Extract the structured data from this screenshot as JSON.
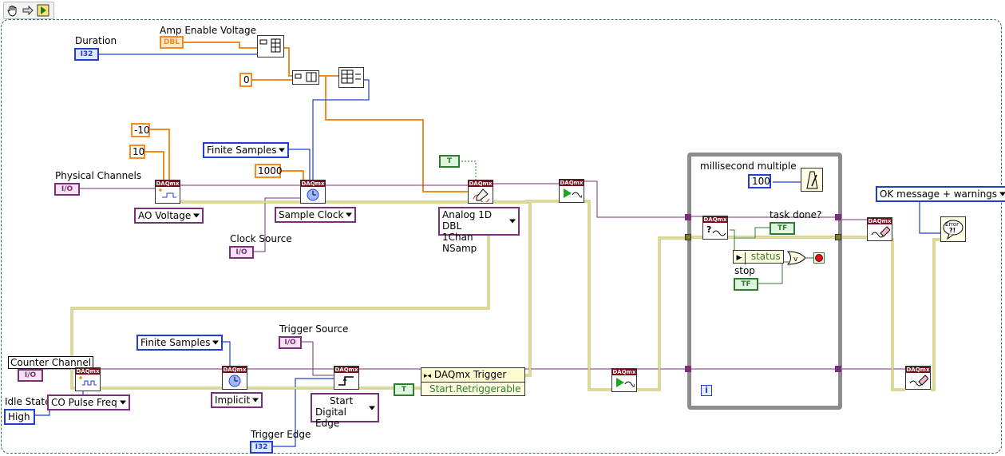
{
  "toolbar": {
    "hand_icon": "hand-icon",
    "arrow_icon": "arrow-icon",
    "run_icon": "run-icon"
  },
  "labels": {
    "duration": "Duration",
    "amp_enable_voltage": "Amp Enable Voltage",
    "physical_channels": "Physical Channels",
    "clock_source": "Clock Source",
    "trigger_source": "Trigger Source",
    "trigger_edge": "Trigger Edge",
    "counter_channel": "Counter Channel",
    "idle_state": "Idle State",
    "millisecond_multiple": "millisecond multiple",
    "task_done": "task done?",
    "stop": "stop"
  },
  "controls": {
    "i32": "I32",
    "dbl": "DBL",
    "io": "I/O",
    "tf": "TF"
  },
  "constants": {
    "zero": "0",
    "neg_ten": "-10",
    "ten": "10",
    "thousand": "1000",
    "hundred": "100",
    "true_const": "T",
    "status": "status"
  },
  "rings": {
    "finite_samples_ai": "Finite Samples",
    "ao_voltage": "AO Voltage",
    "sample_clock": "Sample Clock",
    "analog_1d_line1": "Analog 1D DBL",
    "analog_1d_line2": "1Chan NSamp",
    "finite_samples_co": "Finite Samples",
    "co_pulse_freq": "CO Pulse Freq",
    "implicit": "Implicit",
    "start_line1": "Start",
    "start_line2": "Digital Edge",
    "high": "High",
    "ok_message": "OK message + warnings"
  },
  "property_node": {
    "title": "DAQmx Trigger",
    "property": "Start.Retriggerable"
  },
  "daqmx_header": "DAQmx",
  "loop_info": "i",
  "colors": {
    "orange_wire": "#f08c25",
    "blue_wire": "#1f3fd0",
    "purple_wire": "#7a2f7a",
    "yellow_wire": "#b7b437",
    "green_wire": "#2e7d2e",
    "loop_border": "#8c8c8c"
  }
}
